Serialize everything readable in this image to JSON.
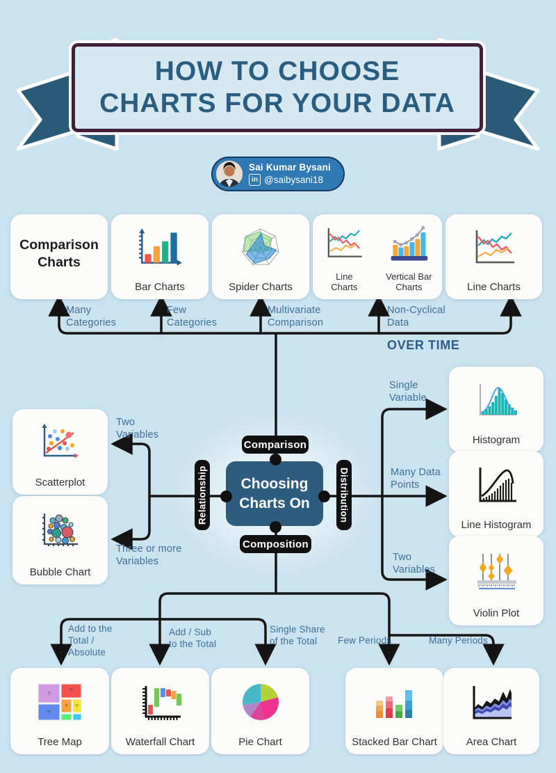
{
  "palette": {
    "background": "#cbe2ef",
    "card": "#fcfcfa",
    "title_text": "#2a5d80",
    "banner_border": "#43203a",
    "ribbon": "#2a5a78",
    "author_badge": "#2f79b5",
    "flow_label": "#3e6f99",
    "center_box": "#2d5c7e",
    "branch_pill": "#101010",
    "connector": "#141414"
  },
  "header": {
    "title": "HOW TO CHOOSE\nCHARTS FOR YOUR DATA"
  },
  "author": {
    "name": "Sai Kumar Bysani",
    "linkedin_icon_text": "in",
    "handle": "@saibysani18"
  },
  "center": {
    "title": "Choosing\nCharts On",
    "branch_top": "Comparison",
    "branch_left": "Relationship",
    "branch_right": "Distribution",
    "branch_bottom": "Composition"
  },
  "comparison": {
    "heading_card": "Comparison\nCharts",
    "bar_charts": "Bar Charts",
    "spider_charts": "Spider Charts",
    "line_charts_a": "Line\nCharts",
    "vertical_bar_charts": "Vertical Bar\nCharts",
    "line_charts_b": "Line Charts",
    "label_many_categories": "Many\nCategories",
    "label_few_categories": "Few\nCategories",
    "label_multivariate": "Multivariate\nComparison",
    "label_non_cyclical": "Non-Cyclical\nData",
    "label_over_time": "OVER TIME"
  },
  "relationship": {
    "scatterplot": "Scatterplot",
    "bubble_chart": "Bubble Chart",
    "label_two_variables": "Two\nVariables",
    "label_three_or_more": "Three or more\nVariables"
  },
  "distribution": {
    "histogram": "Histogram",
    "line_histogram": "Line Histogram",
    "violin_plot": "Violin Plot",
    "label_single_variable": "Single\nVariable",
    "label_many_data_points": "Many Data\nPoints",
    "label_two_variables": "Two\nVariables"
  },
  "composition": {
    "tree_map": "Tree Map",
    "waterfall_chart": "Waterfall Chart",
    "pie_chart": "Pie Chart",
    "stacked_bar_chart": "Stacked Bar Chart",
    "area_chart": "Area Chart",
    "label_add_total": "Add to the\nTotal /\nAbsolute",
    "label_add_sub": "Add / Sub\nto the Total",
    "label_single_share": "Single Share\nof the Total",
    "label_few_periods": "Few Periods",
    "label_many_periods": "Many Periods"
  }
}
